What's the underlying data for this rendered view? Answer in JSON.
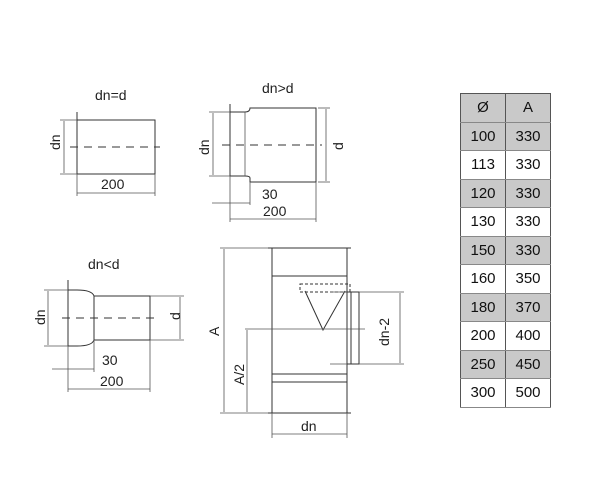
{
  "views": {
    "equal": {
      "title": "dn=d",
      "side_left": "dn",
      "dim_length": "200"
    },
    "greater": {
      "title": "dn>d",
      "side_left": "dn",
      "side_right": "d",
      "dim_short": "30",
      "dim_length": "200"
    },
    "less": {
      "title": "dn<d",
      "side_left": "dn",
      "side_right": "d",
      "dim_short": "30",
      "dim_length": "200"
    },
    "tee": {
      "dim_height": "A",
      "dim_half": "A/2",
      "dim_branch": "dn-2",
      "dim_width": "dn"
    }
  },
  "table": {
    "headers": [
      "Ø",
      "A"
    ],
    "rows": [
      [
        "100",
        "330"
      ],
      [
        "113",
        "330"
      ],
      [
        "120",
        "330"
      ],
      [
        "130",
        "330"
      ],
      [
        "150",
        "330"
      ],
      [
        "160",
        "350"
      ],
      [
        "180",
        "370"
      ],
      [
        "200",
        "400"
      ],
      [
        "250",
        "450"
      ],
      [
        "300",
        "500"
      ]
    ]
  }
}
